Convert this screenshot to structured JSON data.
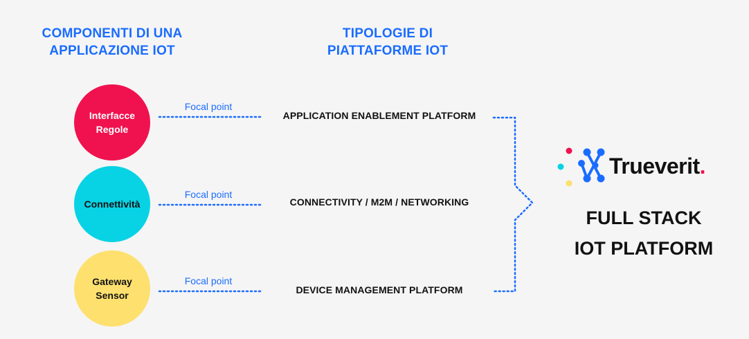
{
  "headings": {
    "components": [
      "COMPONENTI DI UNA",
      "APPLICAZIONE IOT"
    ],
    "platform_types": [
      "TIPOLOGIE DI",
      "PIATTAFORME IOT"
    ]
  },
  "components": [
    {
      "lines": [
        "Interfacce",
        "Regole"
      ],
      "color": "#f0124f"
    },
    {
      "lines": [
        "Connettività"
      ],
      "color": "#08d3e5"
    },
    {
      "lines": [
        "Gateway",
        "Sensor"
      ],
      "color": "#fde06e"
    }
  ],
  "focal_label": "Focal point",
  "platforms": [
    "APPLICATION ENABLEMENT PLATFORM",
    "CONNECTIVITY / M2M / NETWORKING",
    "DEVICE MANAGEMENT PLATFORM"
  ],
  "brand": {
    "name": "Trueverit",
    "dot": ".",
    "accent": "#1a6cff"
  },
  "tagline": [
    "FULL STACK",
    "IOT PLATFORM"
  ]
}
